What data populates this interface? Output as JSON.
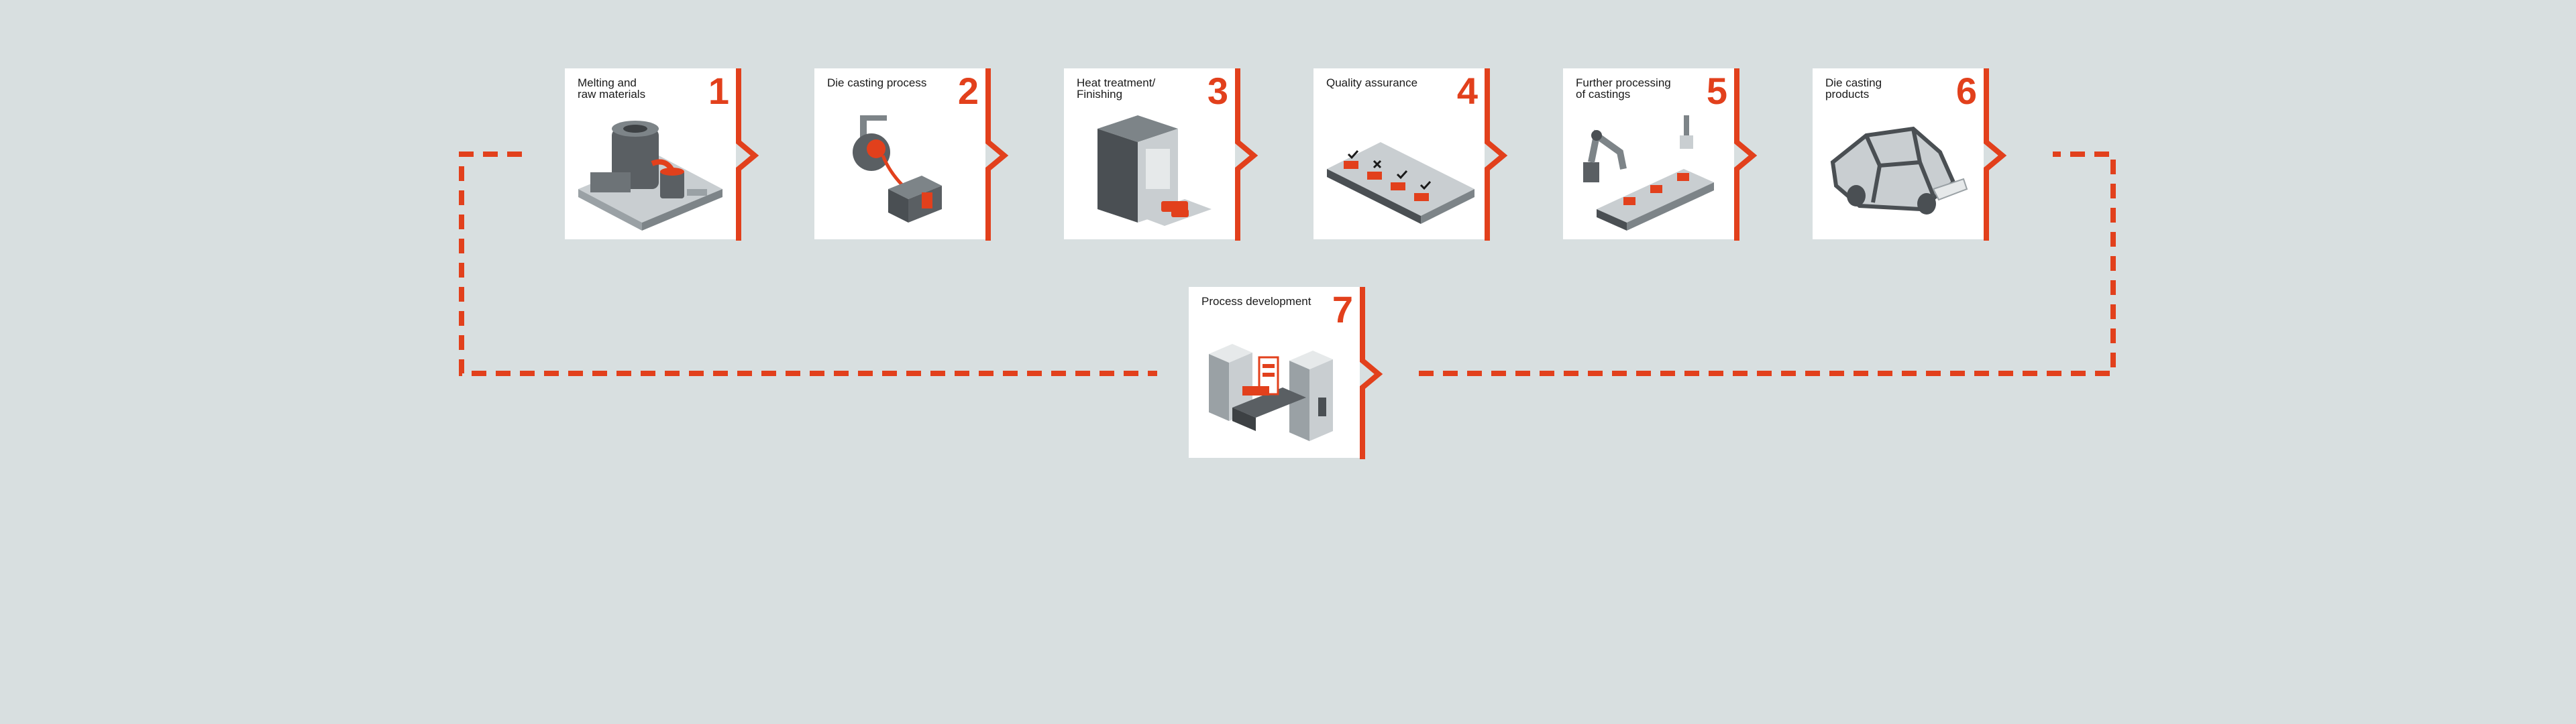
{
  "colors": {
    "accent": "#e2401c",
    "background": "#d8dfe0",
    "card": "#ffffff",
    "machine_dark": "#5a5f63",
    "machine_light": "#c9ced1"
  },
  "steps": [
    {
      "number": "1",
      "label": "Melting and\nraw materials",
      "icon": "melting-furnace-icon"
    },
    {
      "number": "2",
      "label": "Die casting process",
      "icon": "ladle-pouring-icon"
    },
    {
      "number": "3",
      "label": "Heat treatment/\nFinishing",
      "icon": "heat-treatment-oven-icon"
    },
    {
      "number": "4",
      "label": "Quality assurance",
      "icon": "inspection-conveyor-icon"
    },
    {
      "number": "5",
      "label": "Further processing\nof castings",
      "icon": "robot-arm-icon"
    },
    {
      "number": "6",
      "label": "Die casting products",
      "icon": "car-body-frame-icon"
    },
    {
      "number": "7",
      "label": "Process development",
      "icon": "development-machine-icon"
    }
  ]
}
